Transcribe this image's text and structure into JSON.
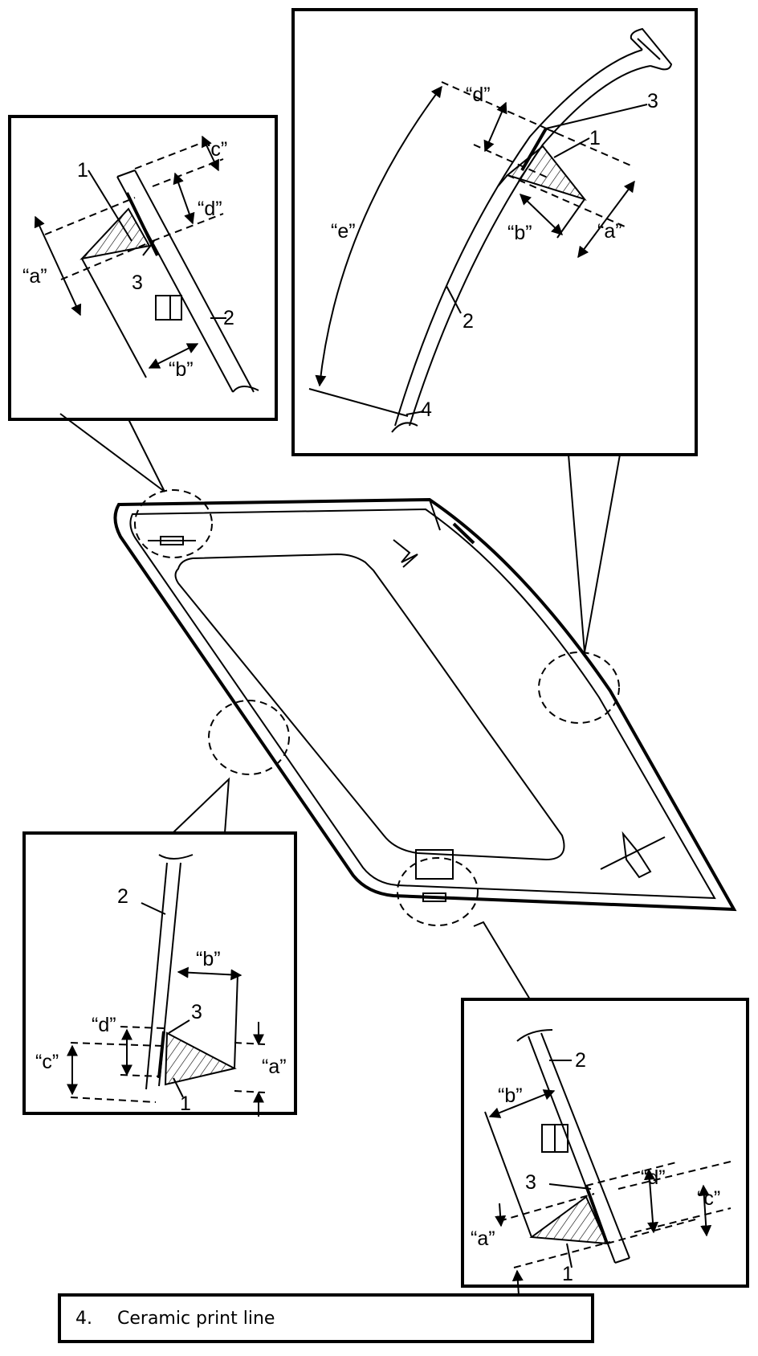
{
  "callouts": {
    "num_1": "1",
    "num_2": "2",
    "num_3": "3",
    "num_4": "4",
    "dim_a": "“a”",
    "dim_b": "“b”",
    "dim_c": "“c”",
    "dim_d": "“d”",
    "dim_e": "“e”"
  },
  "legend": {
    "number": "4.",
    "text": "Ceramic print line"
  }
}
